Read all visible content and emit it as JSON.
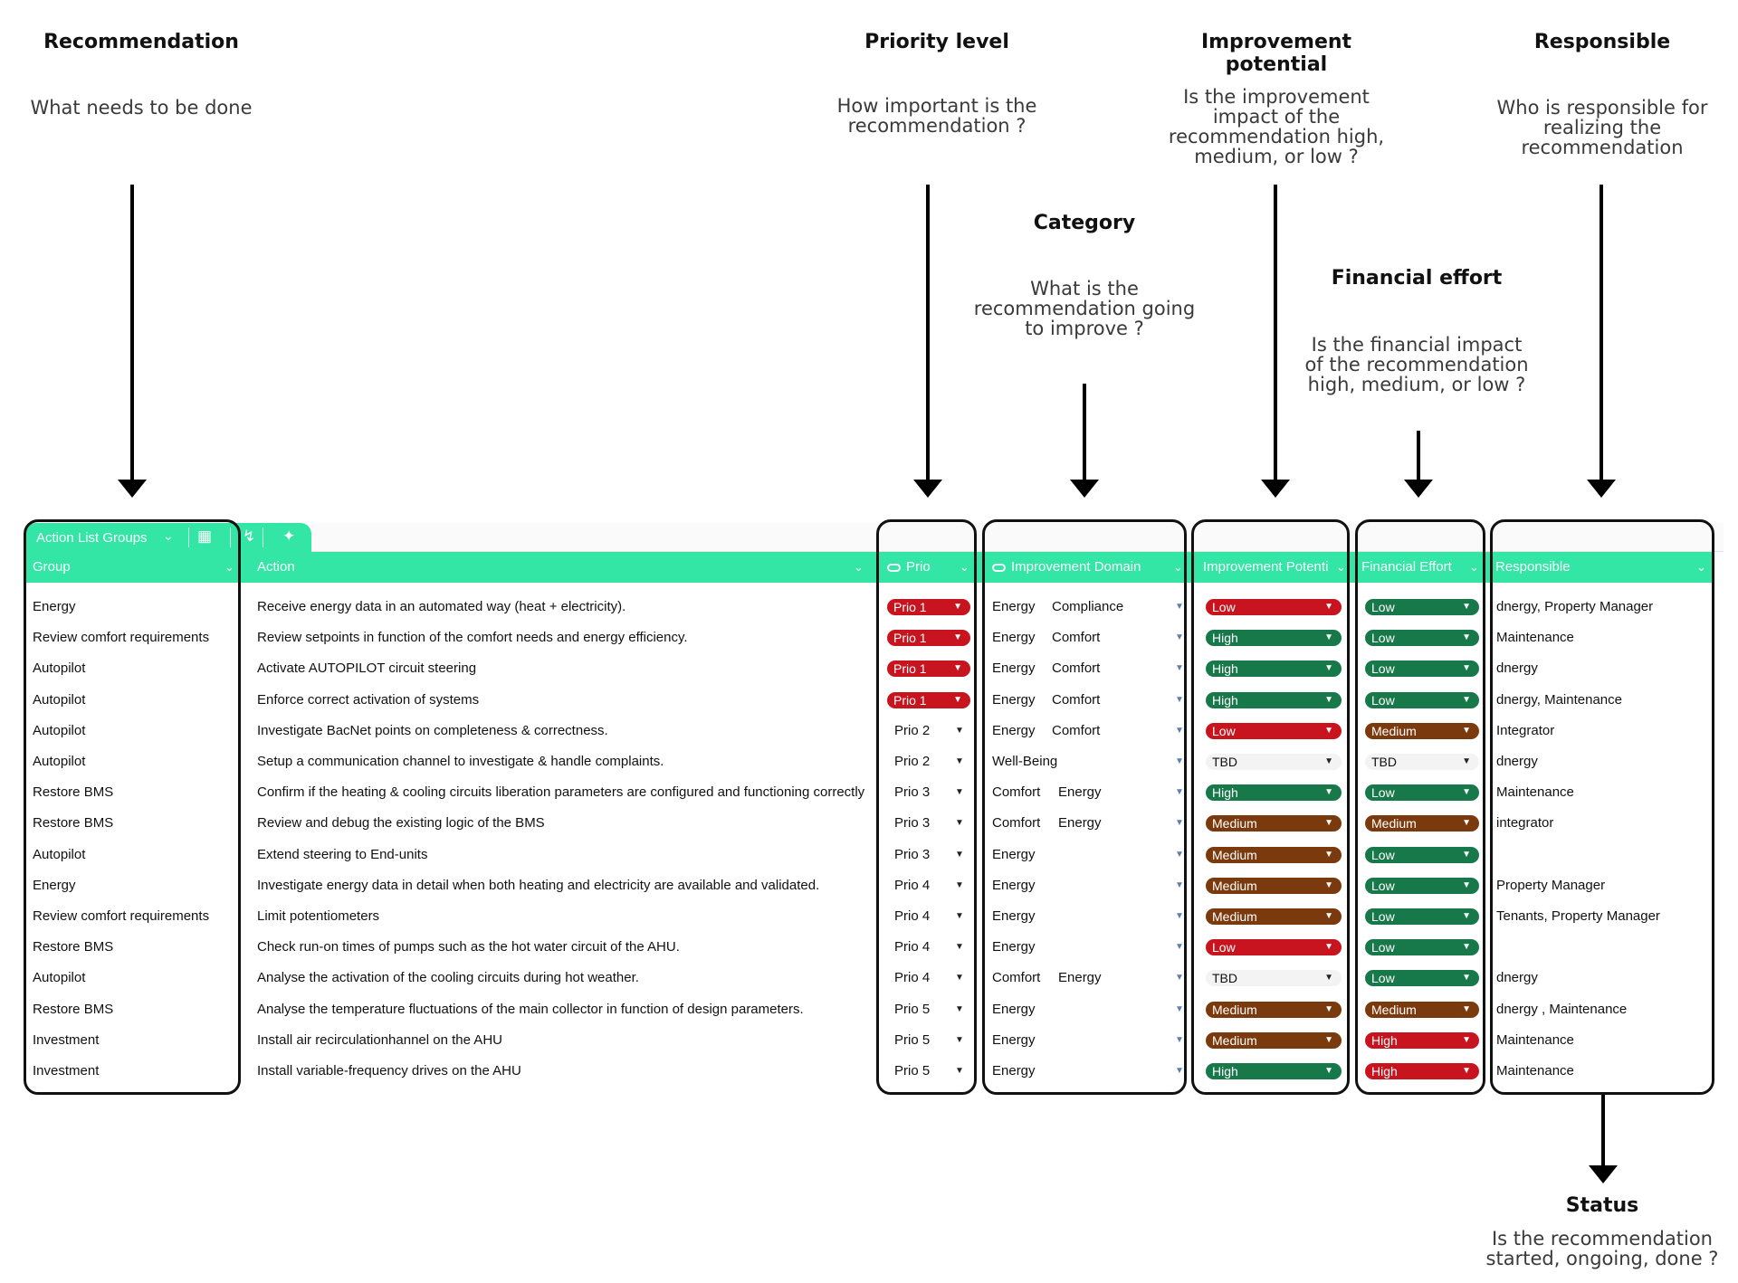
{
  "annotations": {
    "recommendation": {
      "title": "Recommendation",
      "desc": "What needs to be done"
    },
    "priority": {
      "title": "Priority level",
      "desc": "How important is the\nrecommendation ?"
    },
    "improvement": {
      "title": "Improvement\npotential",
      "desc": "Is the improvement\nimpact of the\nrecommendation high,\nmedium, or low ?"
    },
    "responsible": {
      "title": "Responsible",
      "desc": "Who is responsible for\nrealizing the\nrecommendation"
    },
    "category": {
      "title": "Category",
      "desc": "What is the\nrecommendation going\nto improve ?"
    },
    "financial": {
      "title": "Financial effort",
      "desc": "Is the financial impact\nof the recommendation\nhigh, medium, or low ?"
    },
    "status": {
      "title": "Status",
      "desc": "Is the recommendation\nstarted, ongoing, done ?"
    }
  },
  "tabbar": {
    "group_label": "Action List Groups"
  },
  "columns": {
    "group": "Group",
    "action": "Action",
    "prio": "Prio",
    "domain": "Improvement Domain",
    "potential": "Improvement Potenti",
    "financial": "Financial Effort",
    "responsible": "Responsible"
  },
  "colors": {
    "accent": "#33e6a5",
    "red": "#c8141e",
    "green": "#17784a",
    "brown": "#7a3a0e"
  },
  "rows": [
    {
      "group": "Energy",
      "action": "Receive energy data in an automated way (heat + electricity).",
      "prio": "Prio 1",
      "domain": [
        "Energy",
        "Compliance"
      ],
      "potential": "Low",
      "financial": "Low",
      "responsible": "dnergy, Property Manager"
    },
    {
      "group": "Review comfort requirements",
      "action": "Review setpoints in function of the comfort needs and energy efficiency.",
      "prio": "Prio 1",
      "domain": [
        "Energy",
        "Comfort"
      ],
      "potential": "High",
      "financial": "Low",
      "responsible": "Maintenance"
    },
    {
      "group": "Autopilot",
      "action": "Activate AUTOPILOT circuit steering",
      "prio": "Prio 1",
      "domain": [
        "Energy",
        "Comfort"
      ],
      "potential": "High",
      "financial": "Low",
      "responsible": "dnergy"
    },
    {
      "group": "Autopilot",
      "action": "Enforce correct activation of systems",
      "prio": "Prio 1",
      "domain": [
        "Energy",
        "Comfort"
      ],
      "potential": "High",
      "financial": "Low",
      "responsible": "dnergy, Maintenance"
    },
    {
      "group": "Autopilot",
      "action": "Investigate BacNet points on completeness & correctness.",
      "prio": "Prio 2",
      "domain": [
        "Energy",
        "Comfort"
      ],
      "potential": "Low",
      "financial": "Medium",
      "responsible": "Integrator"
    },
    {
      "group": "Autopilot",
      "action": "Setup a communication channel to investigate & handle complaints.",
      "prio": "Prio 2",
      "domain": [
        "Well-Being"
      ],
      "potential": "TBD",
      "financial": "TBD",
      "responsible": "dnergy"
    },
    {
      "group": "Restore BMS",
      "action": "Confirm if the heating & cooling circuits liberation parameters are configured  and functioning correctly",
      "prio": "Prio 3",
      "domain": [
        "Comfort",
        "Energy"
      ],
      "potential": "High",
      "financial": "Low",
      "responsible": "Maintenance"
    },
    {
      "group": "Restore BMS",
      "action": "Review and debug the existing logic of the BMS",
      "prio": "Prio 3",
      "domain": [
        "Comfort",
        "Energy"
      ],
      "potential": "Medium",
      "financial": "Medium",
      "responsible": "integrator"
    },
    {
      "group": "Autopilot",
      "action": "Extend steering to End-units",
      "prio": "Prio 3",
      "domain": [
        "Energy"
      ],
      "potential": "Medium",
      "financial": "Low",
      "responsible": ""
    },
    {
      "group": "Energy",
      "action": "Investigate energy data in detail when both heating and electricity are available and validated.",
      "prio": "Prio 4",
      "domain": [
        "Energy"
      ],
      "potential": "Medium",
      "financial": "Low",
      "responsible": "Property Manager"
    },
    {
      "group": "Review comfort requirements",
      "action": "Limit potentiometers",
      "prio": "Prio 4",
      "domain": [
        "Energy"
      ],
      "potential": "Medium",
      "financial": "Low",
      "responsible": "Tenants, Property Manager"
    },
    {
      "group": "Restore BMS",
      "action": "Check run-on times of pumps such as the hot water circuit of the AHU.",
      "prio": "Prio 4",
      "domain": [
        "Energy"
      ],
      "potential": "Low",
      "financial": "Low",
      "responsible": ""
    },
    {
      "group": "Autopilot",
      "action": "Analyse the activation of the cooling circuits during hot weather.",
      "prio": "Prio 4",
      "domain": [
        "Comfort",
        "Energy"
      ],
      "potential": "TBD",
      "financial": "Low",
      "responsible": "dnergy"
    },
    {
      "group": "Restore BMS",
      "action": "Analyse the temperature fluctuations of the main collector in function of design parameters.",
      "prio": "Prio 5",
      "domain": [
        "Energy"
      ],
      "potential": "Medium",
      "financial": "Medium",
      "responsible": "dnergy , Maintenance"
    },
    {
      "group": "Investment",
      "action": "Install air recirculationhannel on the AHU",
      "prio": "Prio 5",
      "domain": [
        "Energy"
      ],
      "potential": "Medium",
      "financial": "High",
      "responsible": "Maintenance"
    },
    {
      "group": "Investment",
      "action": "Install variable-frequency drives on the AHU",
      "prio": "Prio 5",
      "domain": [
        "Energy"
      ],
      "potential": "High",
      "financial": "High",
      "responsible": "Maintenance"
    }
  ]
}
